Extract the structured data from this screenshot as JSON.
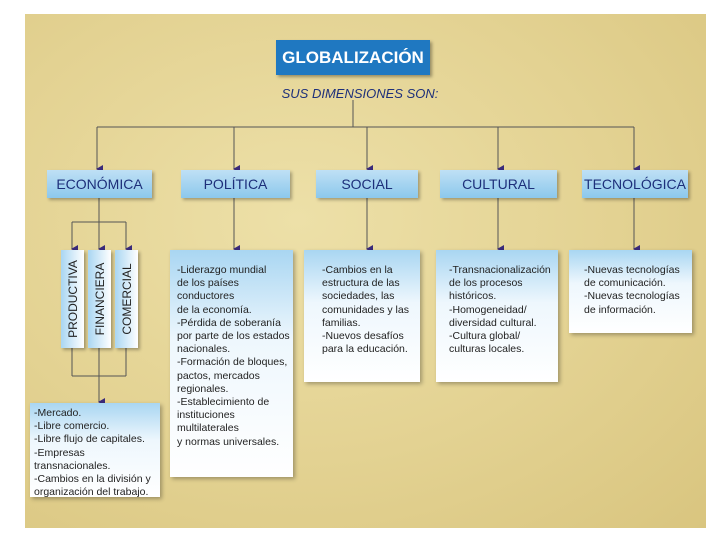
{
  "title": "GLOBALIZACIÓN",
  "subtitle": "SUS DIMENSIONES SON:",
  "dimensions": [
    {
      "label": "ECONÓMICA"
    },
    {
      "label": "POLÍTICA",
      "details": "-Liderazgo mundial\nde los países\nconductores\nde la economía.\n-Pérdida de soberanía\npor parte de los estados\nnacionales.\n-Formación de bloques,\npactos, mercados\nregionales.\n-Establecimiento de\ninstituciones\nmultilaterales\ny normas universales."
    },
    {
      "label": "SOCIAL",
      "details": "-Cambios en la\nestructura de las\nsociedades, las\ncomunidades y las\nfamilias.\n-Nuevos desafíos\npara la educación."
    },
    {
      "label": "CULTURAL",
      "details": "-Transnacionalización\nde los procesos\nhistóricos.\n-Homogeneidad/\ndiversidad cultural.\n-Cultura global/\nculturas locales."
    },
    {
      "label": "TECNOLÓGICA",
      "details": "-Nuevas tecnologías\nde comunicación.\n-Nuevas tecnologías\nde información."
    }
  ],
  "economic_types": [
    "PRODUCTIVA",
    "FINANCIERA",
    "COMERCIAL"
  ],
  "economic_details": "-Mercado.\n-Libre comercio.\n-Libre flujo de capitales.\n-Empresas transnacionales.\n-Cambios en la división y\n  organización del trabajo."
}
